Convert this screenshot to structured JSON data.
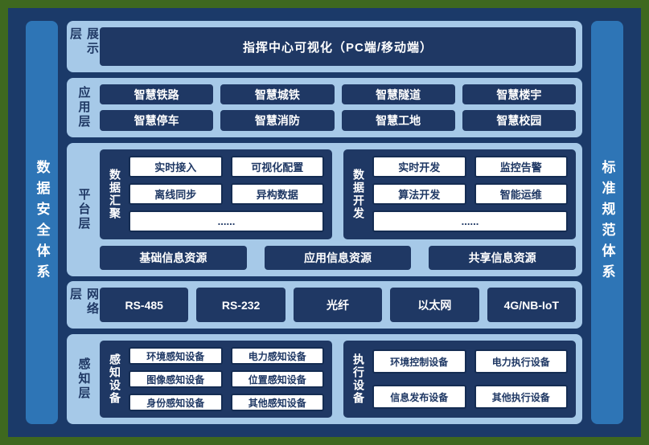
{
  "colors": {
    "frame_green": "#3e681f",
    "background_navy": "#1b3a69",
    "pillar_blue": "#2e75b6",
    "panel_light_blue": "#a6c9e8",
    "box_navy": "#1f3864",
    "box_white": "#ffffff"
  },
  "pillars": {
    "left": "数据安全体系",
    "right": "标准规范体系"
  },
  "layers": {
    "presentation": {
      "label": "展示层",
      "box": "指挥中心可视化（PC端/移动端）"
    },
    "application": {
      "label": "应用层",
      "rows": [
        [
          "智慧铁路",
          "智慧城铁",
          "智慧隧道",
          "智慧楼宇"
        ],
        [
          "智慧停车",
          "智慧消防",
          "智慧工地",
          "智慧校园"
        ]
      ]
    },
    "platform": {
      "label": "平台层",
      "groups": [
        {
          "label": "数据汇聚",
          "rows": [
            [
              "实时接入",
              "可视化配置"
            ],
            [
              "离线同步",
              "异构数据"
            ],
            [
              "......"
            ]
          ]
        },
        {
          "label": "数据开发",
          "rows": [
            [
              "实时开发",
              "监控告警"
            ],
            [
              "算法开发",
              "智能运维"
            ],
            [
              "......"
            ]
          ]
        }
      ],
      "resources": [
        "基础信息资源",
        "应用信息资源",
        "共享信息资源"
      ]
    },
    "network": {
      "label": "网络层",
      "items": [
        "RS-485",
        "RS-232",
        "光纤",
        "以太网",
        "4G/NB-IoT"
      ]
    },
    "perception": {
      "label": "感知层",
      "groups": [
        {
          "label": "感知设备",
          "rows": [
            [
              "环境感知设备",
              "电力感知设备"
            ],
            [
              "图像感知设备",
              "位置感知设备"
            ],
            [
              "身份感知设备",
              "其他感知设备"
            ]
          ]
        },
        {
          "label": "执行设备",
          "rows": [
            [
              "环境控制设备",
              "电力执行设备"
            ],
            [
              "信息发布设备",
              "其他执行设备"
            ]
          ]
        }
      ]
    }
  }
}
